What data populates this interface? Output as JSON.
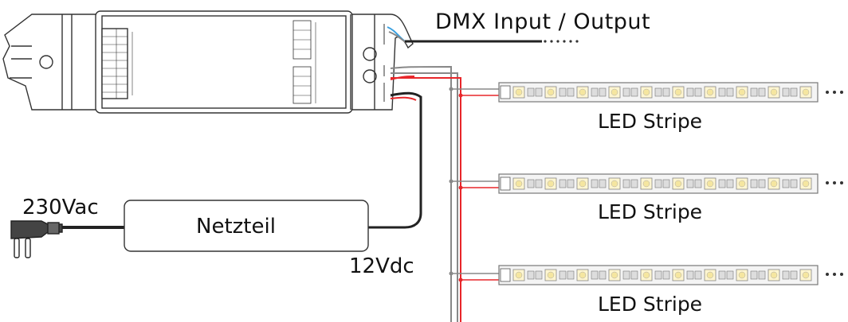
{
  "labels": {
    "dmx": "DMX Input / Output",
    "stripe": "LED Stripe",
    "ac_input": "230Vac",
    "dc_output": "12Vdc",
    "psu": "Netzteil"
  },
  "colors": {
    "wire_red": "#e8262a",
    "wire_black": "#222222",
    "wire_gray": "#888888",
    "wire_blue": "#3aa0e0",
    "outline": "#333333"
  },
  "icons": [
    "power-plug-icon",
    "led-chip-icon",
    "ellipsis-icon"
  ]
}
